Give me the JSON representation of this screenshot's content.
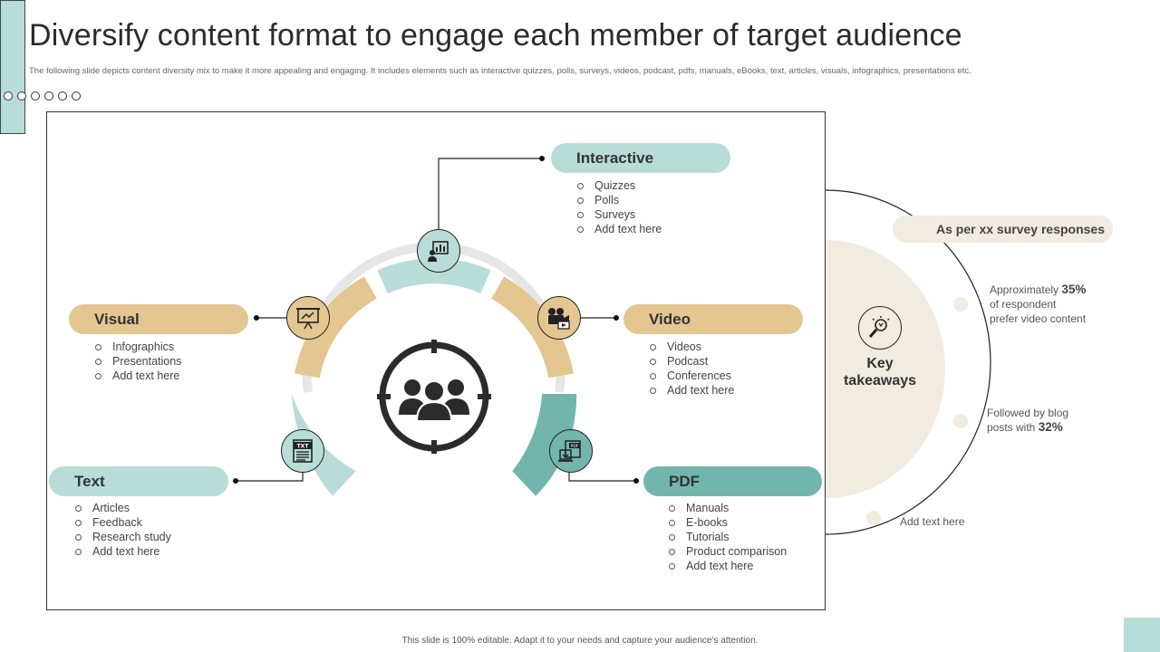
{
  "header": {
    "title": "Diversify content format to engage each member of target audience",
    "subtitle": "The following slide depicts content diversity mix to make it more appealing and engaging. It includes elements such as interactive quizzes, polls, surveys, videos, podcast, pdfs, manuals, eBooks, text, articles, visuals, infographics, presentations etc."
  },
  "colors": {
    "teal": "#b8dcd8",
    "dark_teal": "#72b5ad",
    "tan": "#e4c690",
    "cream": "#f1ebe0"
  },
  "icons": {
    "center": "audience-target-icon",
    "interactive": "poll-chart-icon",
    "visual": "presentation-board-icon",
    "video": "video-camera-icon",
    "text": "txt-document-icon",
    "pdf": "pdf-document-icon",
    "key_takeaways": "lightbulb-search-icon"
  },
  "categories": {
    "interactive": {
      "label": "Interactive",
      "items": [
        "Quizzes",
        "Polls",
        "Surveys",
        "Add text here"
      ]
    },
    "visual": {
      "label": "Visual",
      "items": [
        "Infographics",
        "Presentations",
        "Add text here"
      ]
    },
    "video": {
      "label": "Video",
      "items": [
        "Videos",
        "Podcast",
        "Conferences",
        "Add text here"
      ]
    },
    "text": {
      "label": "Text",
      "items": [
        "Articles",
        "Feedback",
        "Research study",
        "Add text here"
      ]
    },
    "pdf": {
      "label": "PDF",
      "items": [
        "Manuals",
        "E-books",
        "Tutorials",
        "Product comparison",
        "Add text here"
      ]
    }
  },
  "takeaways": {
    "survey_label": "As per xx survey responses",
    "title_line1": "Key",
    "title_line2": "takeaways",
    "note1": {
      "pre": "Approximately ",
      "value": "35%",
      "line2": "of respondent",
      "line3": "prefer video  content"
    },
    "note2": {
      "line1": "Followed  by blog",
      "pre": "posts with  ",
      "value": "32%"
    },
    "note3": "Add text here"
  },
  "footer": "This slide is 100% editable. Adapt it to your needs and capture your audience’s attention."
}
